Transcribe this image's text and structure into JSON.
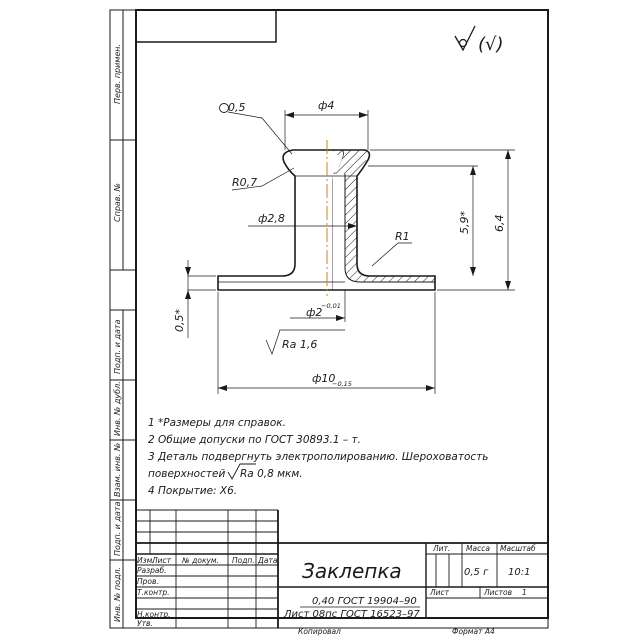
{
  "surface_sign": "(√)",
  "dims": {
    "chamfer": "0,5",
    "d_head": "ф4",
    "r_small": "R0,7",
    "d_shank": "ф2,8",
    "r_big": "R1",
    "d_hole": "ф2",
    "d_hole_tol": "−0,01",
    "h_total": "6,4",
    "h_shank": "5,9*",
    "h_flange": "0,5*",
    "ra": "Ra 1,6",
    "d_flange": "ф10",
    "d_flange_tol": "−0,15"
  },
  "notes": [
    "1  *Размеры для справок.",
    "2  Общие допуски по ГОСТ 30893.1 – т.",
    "3  Деталь     подвергнуть      электрополированию.    Шероховатость",
    "поверхностей",
    "Ra 0,8  мкм.",
    "4  Покрытие: Х6."
  ],
  "side_labels": [
    "Перв. примен.",
    "Справ. №",
    "Подп. и дата",
    "Инв. № дубл.",
    "Взам. инв. №",
    "Подп. и дата",
    "Инв. № подл."
  ],
  "titleblock": {
    "header": [
      "Изм.",
      "Лист",
      "№ докум.",
      "Подп.",
      "Дата"
    ],
    "roles": [
      "Разраб.",
      "Пров.",
      "Т.контр.",
      "",
      "Н.контр.",
      "Утв."
    ],
    "title": "Заклепка",
    "material_1": "0,40 ГОСТ 19904–90",
    "material_2": "Лист 08пс ГОСТ 16523–97",
    "lit_label": "Лит.",
    "mass_label": "Масса",
    "scale_label": "Масштаб",
    "mass": "0,5 г",
    "scale": "10:1",
    "sheet_label": "Лист",
    "sheets_label": "Листов",
    "sheets": "1",
    "copied": "Копировал",
    "format": "Формат  А4"
  }
}
